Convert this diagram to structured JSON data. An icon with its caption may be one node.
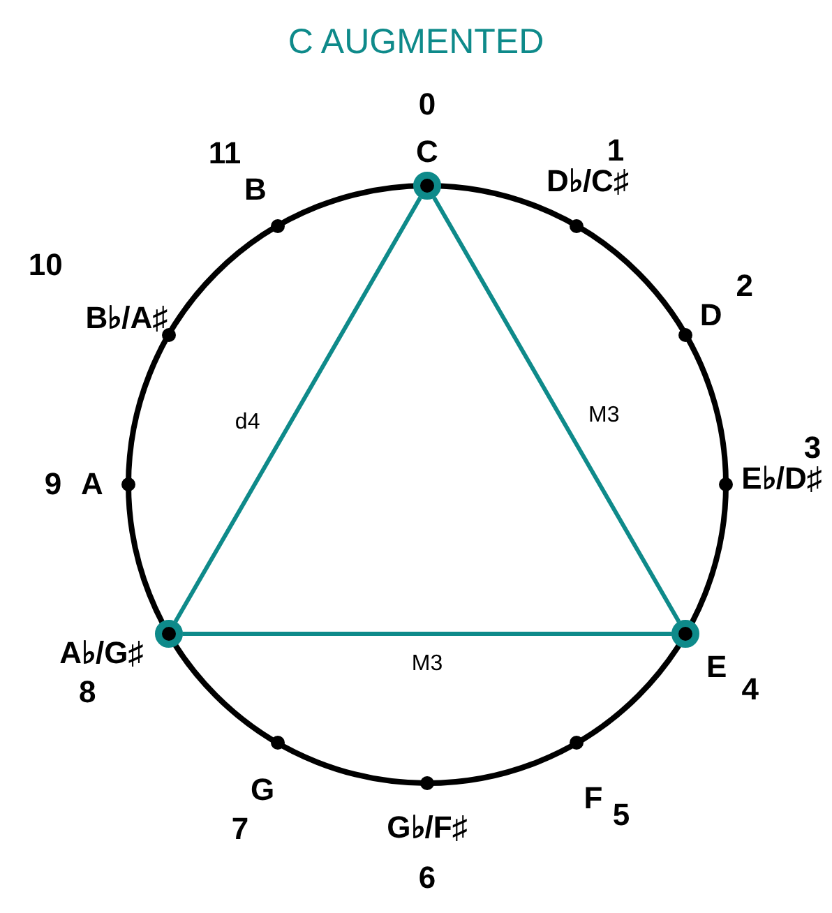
{
  "diagram": {
    "title": "C AUGMENTED",
    "nodes": [
      {
        "text": [
          "C"
        ],
        "beside": [
          "0"
        ]
      },
      {
        "text": [
          "D♭/C♯"
        ],
        "beside": [
          "1"
        ]
      },
      {
        "text": [
          "D"
        ],
        "beside": [
          "2"
        ]
      },
      {
        "text": [
          "E♭/D♯"
        ],
        "beside": [
          "3"
        ]
      },
      {
        "text": [
          "E"
        ],
        "beside": [
          "4"
        ]
      },
      {
        "text": [
          "F"
        ],
        "beside": [
          "5"
        ]
      },
      {
        "text": [
          "G♭/F♯"
        ],
        "beside": [
          "6"
        ]
      },
      {
        "text": [
          "G"
        ],
        "beside": [
          "7"
        ]
      },
      {
        "text": [
          "A♭/G♯"
        ],
        "beside": [
          "8"
        ]
      },
      {
        "text": [
          "A"
        ],
        "beside": [
          "9"
        ]
      },
      {
        "text": [
          "B♭/A♯"
        ],
        "beside": [
          "10"
        ]
      },
      {
        "text": [
          "B"
        ],
        "beside": [
          "11"
        ]
      }
    ],
    "edges": [
      {
        "from": 0,
        "to": 4,
        "arrow": "none",
        "label": "M3"
      },
      {
        "from": 4,
        "to": 8,
        "arrow": "none",
        "label": "M3"
      },
      {
        "from": 8,
        "to": 0,
        "arrow": "none",
        "label": "d4"
      }
    ]
  }
}
